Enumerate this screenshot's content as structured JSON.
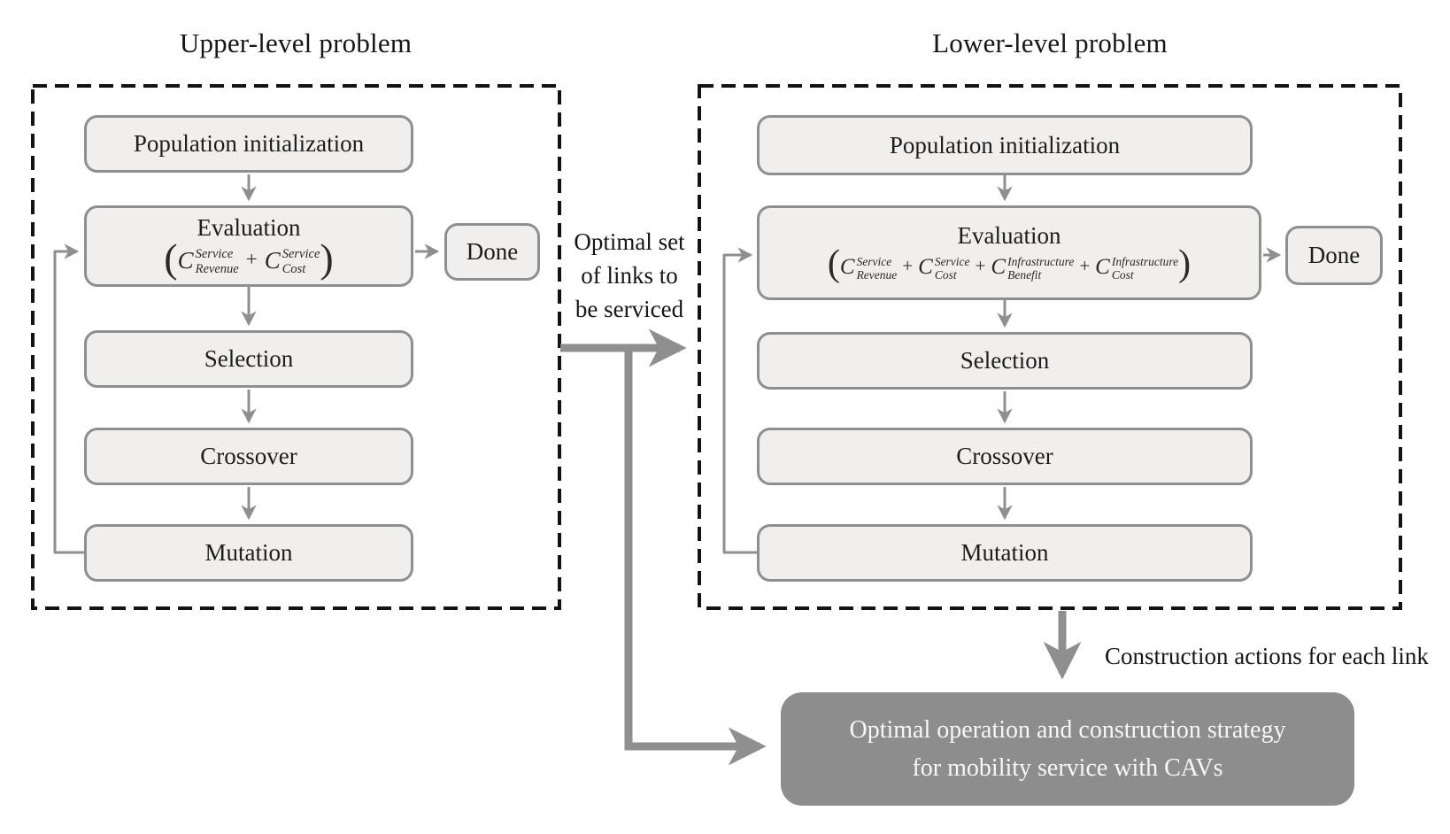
{
  "upper": {
    "title": "Upper-level problem",
    "boxes": {
      "population": "Population initialization",
      "evaluation": "Evaluation",
      "selection": "Selection",
      "crossover": "Crossover",
      "mutation": "Mutation",
      "done": "Done"
    },
    "formula": {
      "terms": [
        {
          "base": "C",
          "sup": "Service",
          "sub": "Revenue"
        },
        {
          "base": "C",
          "sup": "Service",
          "sub": "Cost"
        }
      ]
    }
  },
  "lower": {
    "title": "Lower-level problem",
    "boxes": {
      "population": "Population initialization",
      "evaluation": "Evaluation",
      "selection": "Selection",
      "crossover": "Crossover",
      "mutation": "Mutation",
      "done": "Done"
    },
    "formula": {
      "terms": [
        {
          "base": "C",
          "sup": "Service",
          "sub": "Revenue"
        },
        {
          "base": "C",
          "sup": "Service",
          "sub": "Cost"
        },
        {
          "base": "C",
          "sup": "Infrastructure",
          "sub": "Benefit"
        },
        {
          "base": "C",
          "sup": "Infrastructure",
          "sub": "Cost"
        }
      ]
    }
  },
  "labels": {
    "optimal_links": [
      "Optimal set",
      "of links to",
      "be serviced"
    ],
    "construction_actions": "Construction actions for each link"
  },
  "result_box": {
    "line1": "Optimal operation and construction strategy",
    "line2": "for mobility service with CAVs"
  },
  "symbols": {
    "lparen": "(",
    "rparen": ")",
    "plus": "+"
  },
  "colors": {
    "background": "#ffffff",
    "box_fill": "#f0efee",
    "box_border": "#8f8f8f",
    "arrow": "#8f8f8f",
    "dashed_border": "#131313",
    "result_box_fill": "#8d8d8d",
    "result_box_text": "#f7f7f7",
    "text": "#1d1d1d"
  }
}
